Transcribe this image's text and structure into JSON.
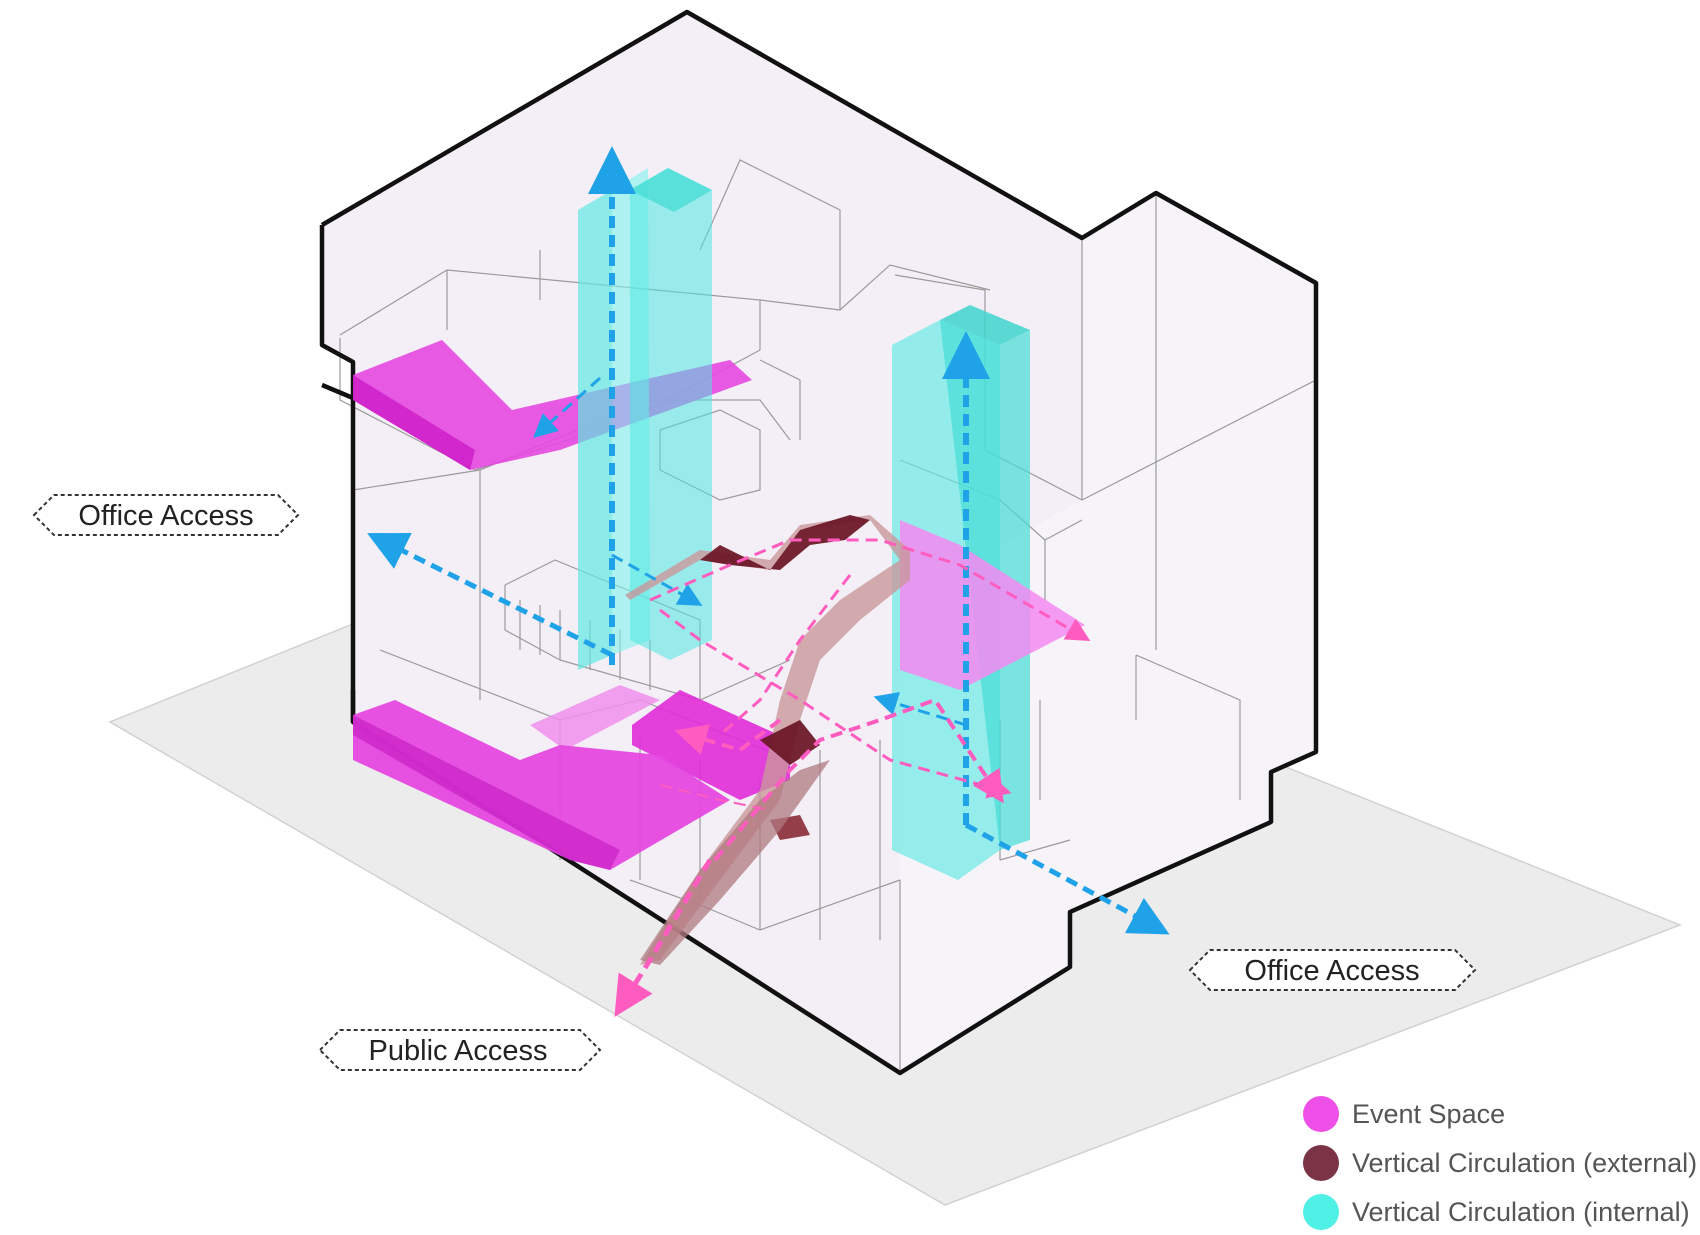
{
  "labels": {
    "office_access_left": "Office Access",
    "office_access_right": "Office Access",
    "public_access": "Public Access"
  },
  "legend": [
    {
      "label": "Event Space",
      "color": "#ee4fe6"
    },
    {
      "label": "Vertical Circulation (external)",
      "color": "#7b3346"
    },
    {
      "label": "Vertical Circulation (internal)",
      "color": "#4ff0e6"
    }
  ],
  "colors": {
    "event_space": "#e548e0",
    "vertical_external": "#b07a80",
    "vertical_external_dark": "#6d1828",
    "vertical_internal": "#5fe8e3",
    "office_arrow": "#1fa2e8",
    "public_arrow": "#ff5cc0",
    "ground": "#ececec",
    "building_tint": "#f3edf6"
  }
}
